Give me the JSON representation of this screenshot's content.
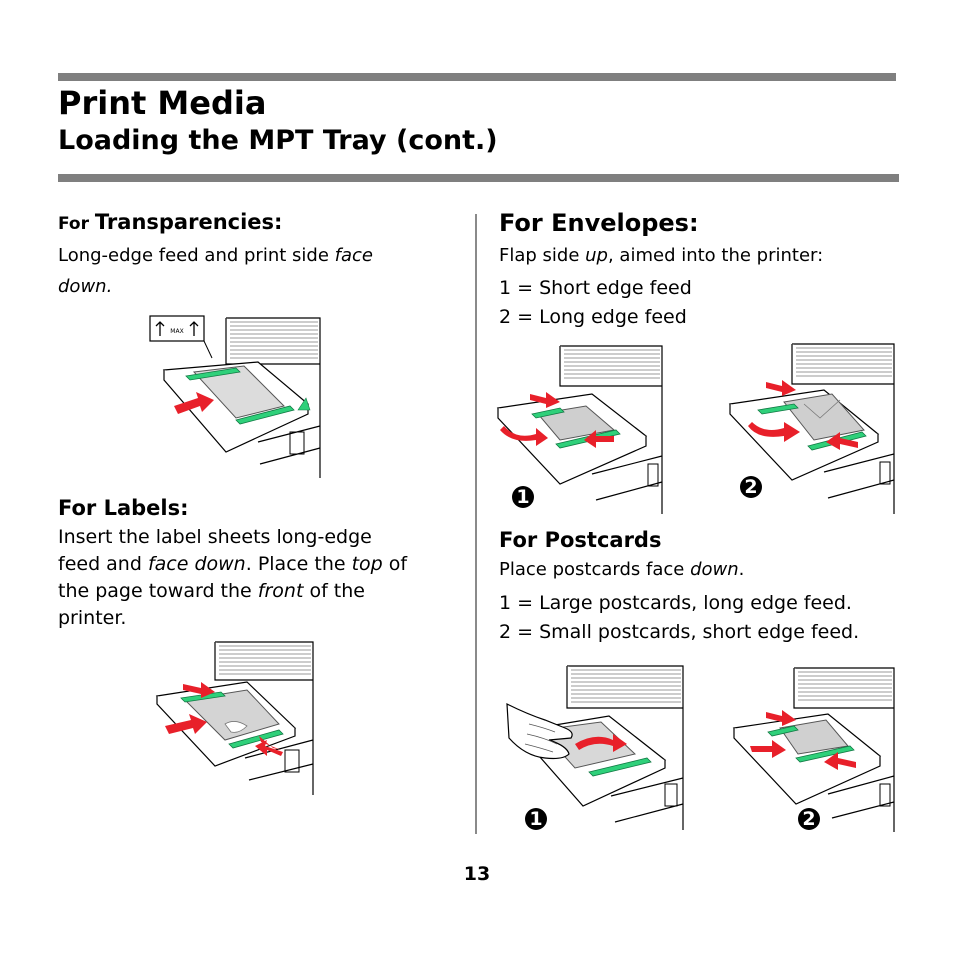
{
  "header": {
    "title": "Print Media",
    "subtitle": "Loading the MPT Tray (cont.)"
  },
  "transparencies": {
    "heading_small": "For ",
    "heading_main": "Transparencies:",
    "text_1": "Long-edge feed and print side ",
    "text_italic": "face",
    "text_line2": "down."
  },
  "labels": {
    "heading": "For Labels:",
    "line1": "Insert the label sheets long-edge",
    "line2_a": "feed and ",
    "line2_b": "face down",
    "line2_c": ". Place the ",
    "line2_d": "top",
    "line2_e": " of",
    "line3_a": "the page toward the ",
    "line3_b": "front",
    "line3_c": " of the",
    "line4": "printer."
  },
  "envelopes": {
    "heading": "For Envelopes:",
    "intro_a": "Flap side ",
    "intro_b": "up",
    "intro_c": ", aimed into the printer:",
    "item1": "1 = Short edge feed",
    "item2": "2 = Long edge feed",
    "badge1": "1",
    "badge2": "2"
  },
  "postcards": {
    "heading": "For Postcards",
    "intro_a": "Place postcards face ",
    "intro_b": "down",
    "intro_c": ".",
    "item1": "1 = Large postcards, long edge feed.",
    "item2": "2 = Small postcards, short edge feed.",
    "badge1": "1",
    "badge2": "2"
  },
  "tray_label": "MAX",
  "page_number": "13",
  "colors": {
    "rule": "#7f7f7f",
    "arrow": "#e8202a",
    "guide": "#2fd07a"
  }
}
